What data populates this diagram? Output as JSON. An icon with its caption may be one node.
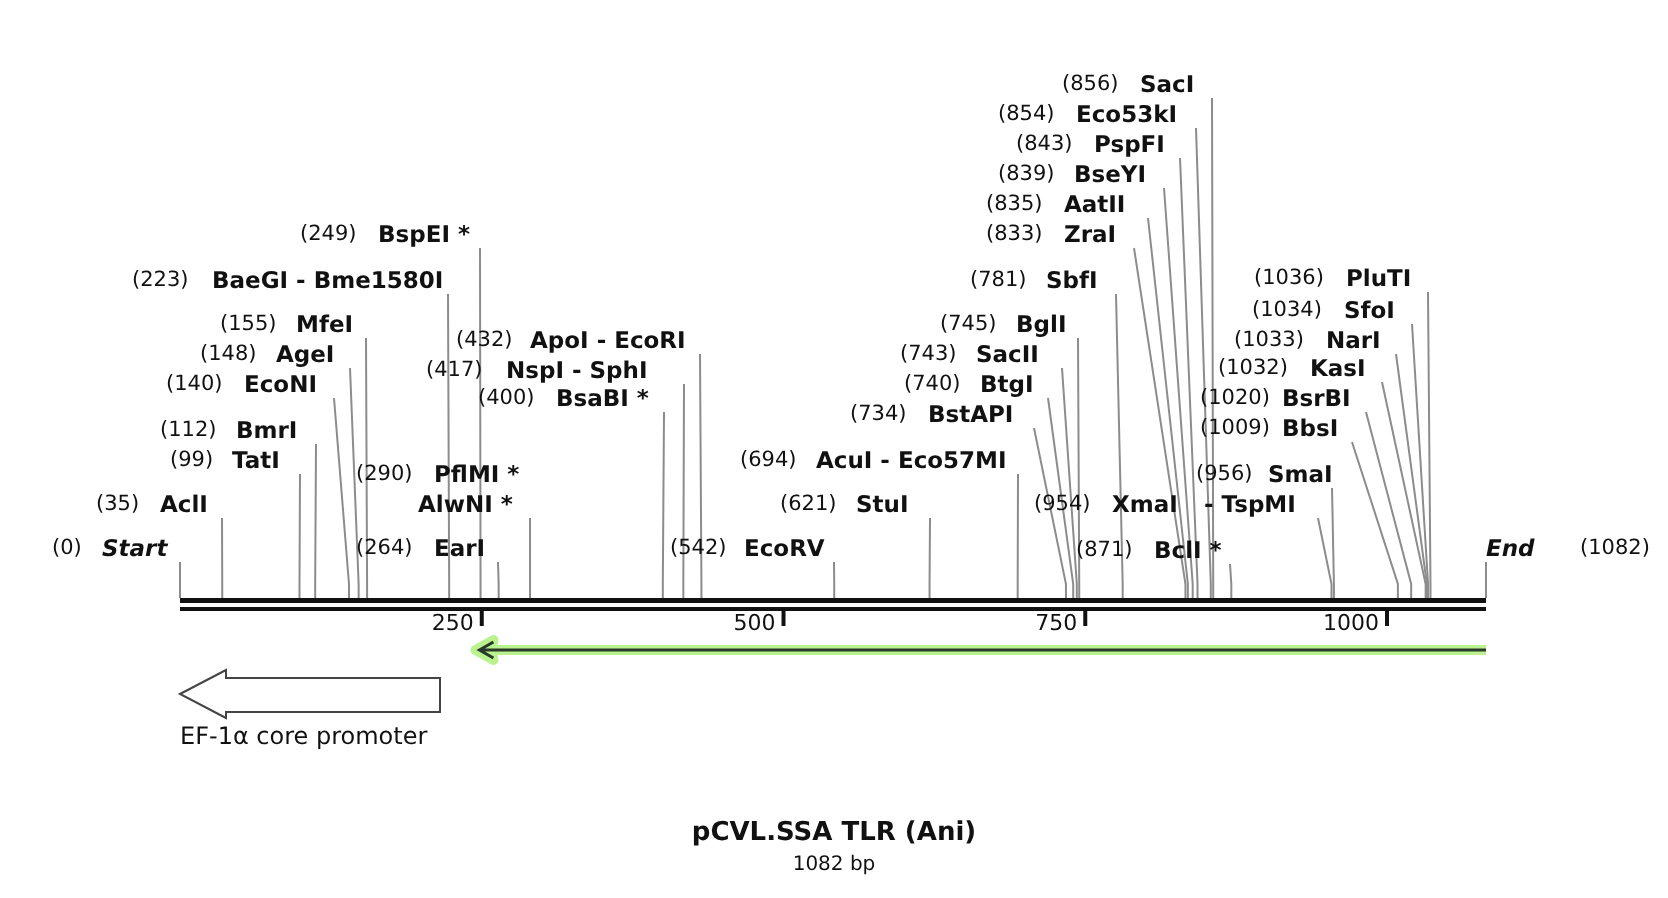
{
  "diagram": {
    "title": "pCVL.SSA TLR (Ani)",
    "nodes": [
      {
        "text": [
          "(0)",
          "Start"
        ]
      },
      {
        "text": [
          "(35)",
          "AclI"
        ]
      },
      {
        "text": [
          "(99)",
          "TatI"
        ]
      },
      {
        "text": [
          "(112)",
          "BmrI"
        ]
      },
      {
        "text": [
          "(140)",
          "EcoNI"
        ]
      },
      {
        "text": [
          "(148)",
          "AgeI"
        ]
      },
      {
        "text": [
          "(155)",
          "MfeI"
        ]
      },
      {
        "text": [
          "(223)",
          "BaeGI - Bme1580I"
        ]
      },
      {
        "text": [
          "(249)",
          "BspEI *"
        ]
      },
      {
        "text": [
          "(290)",
          "PflMI *",
          "AlwNI *"
        ]
      },
      {
        "text": [
          "(264)",
          "EarI"
        ]
      },
      {
        "text": [
          "(432)",
          "ApoI - EcoRI"
        ]
      },
      {
        "text": [
          "(417)",
          "NspI - SphI"
        ]
      },
      {
        "text": [
          "(400)",
          "BsaBI *"
        ]
      },
      {
        "text": [
          "(542)",
          "EcoRV"
        ]
      },
      {
        "text": [
          "(694)",
          "AcuI - Eco57MI"
        ]
      },
      {
        "text": [
          "(621)",
          "StuI"
        ]
      },
      {
        "text": [
          "(734)",
          "BstAPI"
        ]
      },
      {
        "text": [
          "(740)",
          "BtgI"
        ]
      },
      {
        "text": [
          "(743)",
          "SacII"
        ]
      },
      {
        "text": [
          "(745)",
          "BglI"
        ]
      },
      {
        "text": [
          "(781)",
          "SbfI"
        ]
      },
      {
        "text": [
          "(833)",
          "ZraI"
        ]
      },
      {
        "text": [
          "(835)",
          "AatII"
        ]
      },
      {
        "text": [
          "(839)",
          "BseYI"
        ]
      },
      {
        "text": [
          "(843)",
          "PspFI"
        ]
      },
      {
        "text": [
          "(854)",
          "Eco53kI"
        ]
      },
      {
        "text": [
          "(856)",
          "SacI"
        ]
      },
      {
        "text": [
          "(871)",
          "BclI *"
        ]
      },
      {
        "text": [
          "(954)",
          "XmaI",
          "- TspMI"
        ]
      },
      {
        "text": [
          "(956)",
          "SmaI"
        ]
      },
      {
        "text": [
          "(1009)",
          "BbsI"
        ]
      },
      {
        "text": [
          "(1020)",
          "BsrBI"
        ]
      },
      {
        "text": [
          "(1032)",
          "KasI"
        ]
      },
      {
        "text": [
          "(1033)",
          "NarI"
        ]
      },
      {
        "text": [
          "(1034)",
          "SfoI"
        ]
      },
      {
        "text": [
          "(1036)",
          "PluTI"
        ]
      },
      {
        "text": [
          "End",
          "(1082)"
        ]
      },
      {
        "text": [
          "EF-1α core promoter"
        ]
      },
      {
        "text": [],
        "shape": "bar"
      }
    ],
    "edges": [
      {
        "from": 0,
        "to": 39,
        "arrow": "none"
      },
      {
        "from": 1,
        "to": 39,
        "arrow": "none"
      },
      {
        "from": 2,
        "to": 39,
        "arrow": "none"
      },
      {
        "from": 3,
        "to": 39,
        "arrow": "none"
      },
      {
        "from": 4,
        "to": 39,
        "arrow": "none"
      },
      {
        "from": 5,
        "to": 39,
        "arrow": "none"
      },
      {
        "from": 6,
        "to": 39,
        "arrow": "none"
      },
      {
        "from": 7,
        "to": 39,
        "arrow": "none"
      },
      {
        "from": 8,
        "to": 39,
        "arrow": "none"
      },
      {
        "from": 9,
        "to": 39,
        "arrow": "none"
      },
      {
        "from": 10,
        "to": 39,
        "arrow": "none"
      },
      {
        "from": 11,
        "to": 39,
        "arrow": "none"
      },
      {
        "from": 12,
        "to": 39,
        "arrow": "none"
      },
      {
        "from": 13,
        "to": 39,
        "arrow": "none"
      },
      {
        "from": 14,
        "to": 39,
        "arrow": "none"
      },
      {
        "from": 15,
        "to": 39,
        "arrow": "none"
      },
      {
        "from": 16,
        "to": 39,
        "arrow": "none"
      },
      {
        "from": 17,
        "to": 39,
        "arrow": "none"
      },
      {
        "from": 18,
        "to": 39,
        "arrow": "none"
      },
      {
        "from": 19,
        "to": 39,
        "arrow": "none"
      },
      {
        "from": 20,
        "to": 39,
        "arrow": "none"
      },
      {
        "from": 21,
        "to": 39,
        "arrow": "none"
      },
      {
        "from": 22,
        "to": 39,
        "arrow": "none"
      },
      {
        "from": 23,
        "to": 39,
        "arrow": "none"
      },
      {
        "from": 24,
        "to": 39,
        "arrow": "none"
      },
      {
        "from": 25,
        "to": 39,
        "arrow": "none"
      },
      {
        "from": 26,
        "to": 39,
        "arrow": "none"
      },
      {
        "from": 27,
        "to": 39,
        "arrow": "none"
      },
      {
        "from": 28,
        "to": 39,
        "arrow": "none"
      },
      {
        "from": 29,
        "to": 39,
        "arrow": "none"
      },
      {
        "from": 30,
        "to": 39,
        "arrow": "none"
      },
      {
        "from": 31,
        "to": 39,
        "arrow": "none"
      },
      {
        "from": 32,
        "to": 39,
        "arrow": "none"
      },
      {
        "from": 33,
        "to": 39,
        "arrow": "none"
      },
      {
        "from": 34,
        "to": 39,
        "arrow": "none"
      },
      {
        "from": 35,
        "to": 39,
        "arrow": "none"
      },
      {
        "from": 36,
        "to": 39,
        "arrow": "none"
      },
      {
        "from": 37,
        "to": 39,
        "arrow": "none"
      }
    ],
    "labels": [
      "250",
      "500",
      "750",
      "1000",
      "1082 bp"
    ]
  }
}
